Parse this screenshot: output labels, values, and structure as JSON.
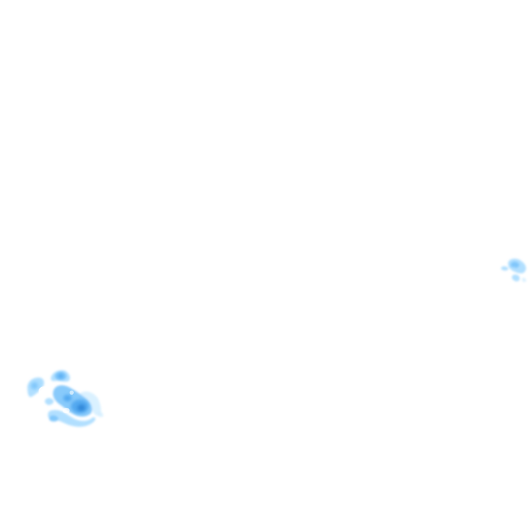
{
  "map": {
    "layer": "precipitation-radar-overlay",
    "background_color": "#ffffff",
    "palette": {
      "very_light": "#d6efff",
      "light": "#a8dcff",
      "medium": "#7cc4fb",
      "strong": "#4aa3ee",
      "peak": "#2f86d8"
    },
    "cells": [
      {
        "name": "west-cluster",
        "intensity": "moderate"
      },
      {
        "name": "east-cluster",
        "intensity": "light"
      }
    ]
  }
}
